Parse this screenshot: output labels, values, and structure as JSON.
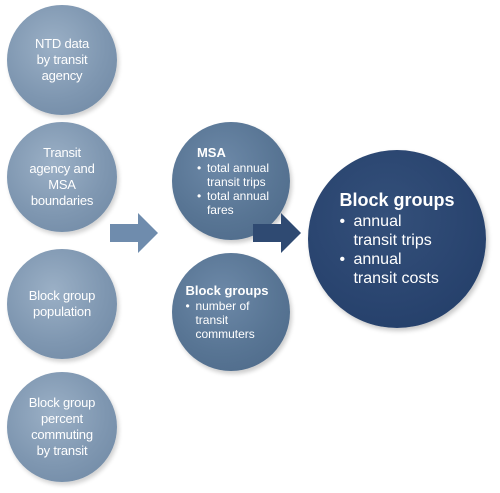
{
  "inputs": [
    {
      "lines": [
        "NTD data",
        "by transit",
        "agency"
      ]
    },
    {
      "lines": [
        "Transit",
        "agency and",
        "MSA",
        "boundaries"
      ]
    },
    {
      "lines": [
        "Block group",
        "population"
      ]
    },
    {
      "lines": [
        "Block group",
        "percent",
        "commuting",
        "by transit"
      ]
    }
  ],
  "msa": {
    "title": "MSA",
    "bullets": [
      {
        "lines": [
          "total annual",
          "transit trips"
        ]
      },
      {
        "lines": [
          "total annual",
          "fares"
        ]
      }
    ]
  },
  "block_mid": {
    "title": "Block groups",
    "bullets": [
      {
        "lines": [
          "number of",
          "transit",
          "commuters"
        ]
      }
    ]
  },
  "output": {
    "title": "Block groups",
    "bullets": [
      {
        "lines": [
          "annual",
          "transit trips"
        ]
      },
      {
        "lines": [
          "annual",
          "transit costs"
        ]
      }
    ]
  },
  "bullet_char": "•",
  "colors": {
    "input_circle": "#7f97b1",
    "mid_circle": "#587594",
    "output_circle": "#2a4570",
    "arrow_light": "#6f8cad",
    "arrow_dark": "#2f4a72"
  }
}
